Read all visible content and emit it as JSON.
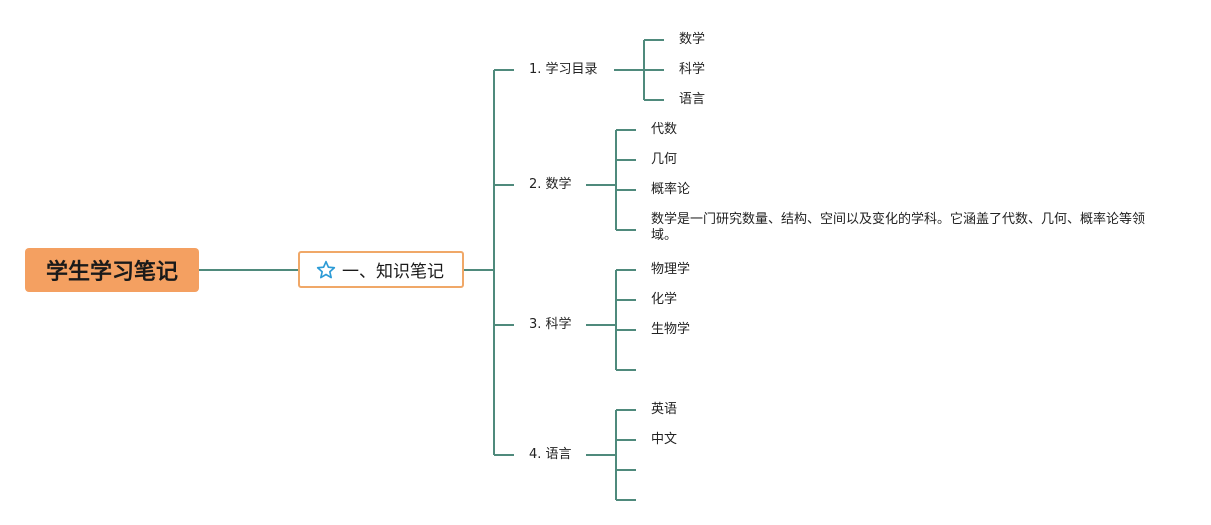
{
  "root": {
    "label": "学生学习笔记"
  },
  "main": {
    "label": "一、知识笔记",
    "icon": "star-icon",
    "line_color": "#4f8a7c"
  },
  "sections": [
    {
      "label": "1. 学习目录",
      "items": [
        "数学",
        "科学",
        "语言"
      ]
    },
    {
      "label": "2. 数学",
      "items": [
        "代数",
        "几何",
        "概率论",
        "数学是一门研究数量、结构、空间以及变化的学科。它涵盖了代数、几何、概率论等领域。"
      ]
    },
    {
      "label": "3. 科学",
      "items": [
        "物理学",
        "化学",
        "生物学",
        ""
      ]
    },
    {
      "label": "4. 语言",
      "items": [
        "英语",
        "中文",
        "",
        ""
      ]
    }
  ]
}
